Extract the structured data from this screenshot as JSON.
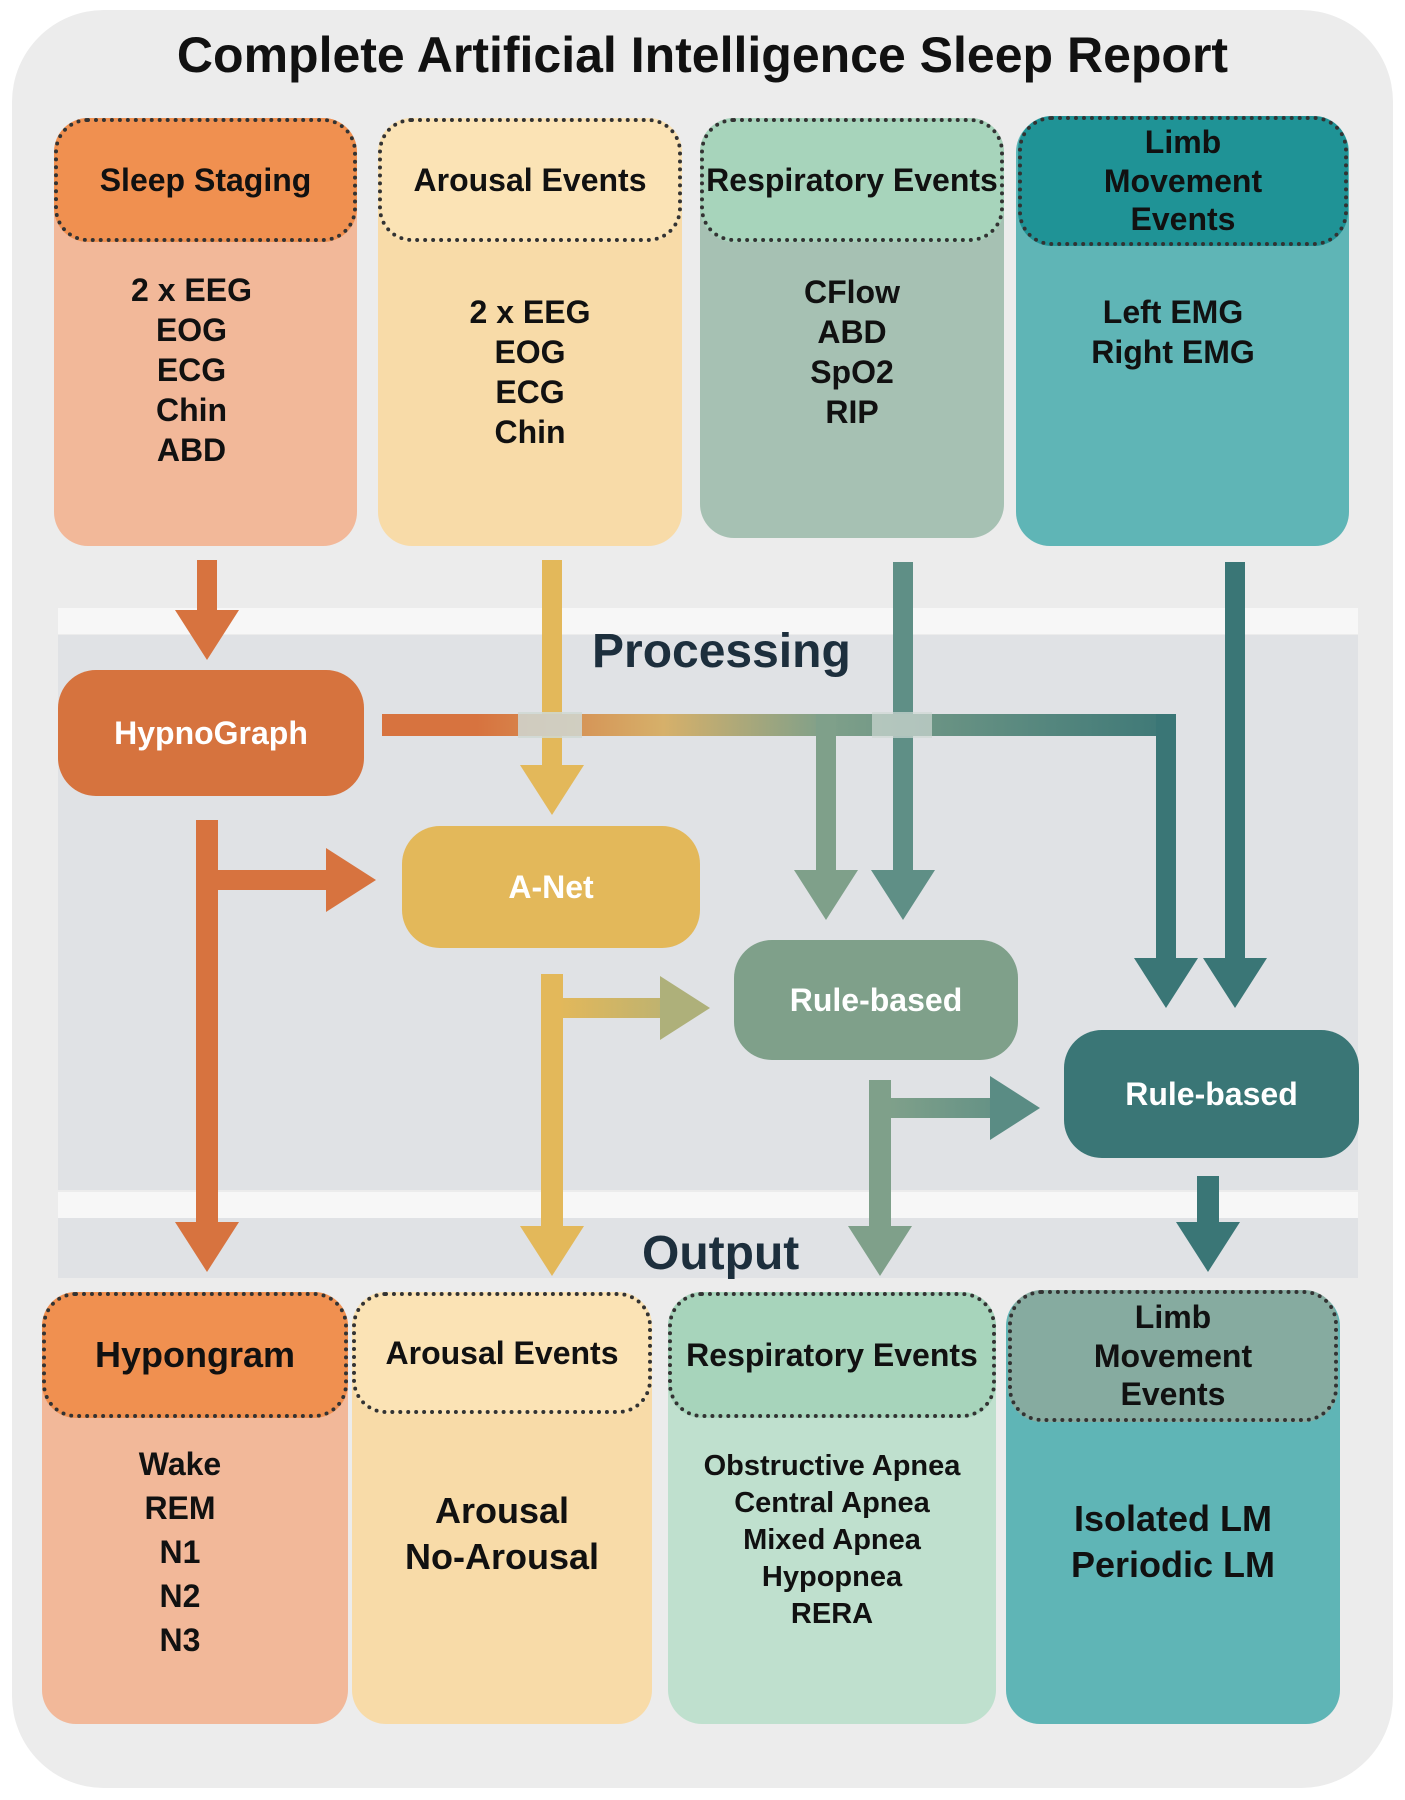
{
  "title": "Complete Artificial Intelligence Sleep Report",
  "sections": {
    "processing": "Processing",
    "output": "Output"
  },
  "inputs": [
    {
      "header": "Sleep Staging",
      "signals": [
        "2 x EEG",
        "EOG",
        "ECG",
        "Chin",
        "ABD"
      ]
    },
    {
      "header": "Arousal Events",
      "signals": [
        "2 x EEG",
        "EOG",
        "ECG",
        "Chin"
      ]
    },
    {
      "header": "Respiratory Events",
      "signals": [
        "CFlow",
        "ABD",
        "SpO2",
        "RIP"
      ]
    },
    {
      "header": "Limb Movement Events",
      "signals": [
        "Left EMG",
        "Right EMG"
      ]
    }
  ],
  "processing": {
    "hypnograph": "HypnoGraph",
    "anet": "A-Net",
    "rule_resp": "Rule-based",
    "rule_limb": "Rule-based"
  },
  "outputs": [
    {
      "header": "Hypongram",
      "items": [
        "Wake",
        "REM",
        "N1",
        "N2",
        "N3"
      ]
    },
    {
      "header": "Arousal Events",
      "items": [
        "Arousal",
        "No-Arousal"
      ]
    },
    {
      "header": "Respiratory Events",
      "items": [
        "Obstructive Apnea",
        "Central Apnea",
        "Mixed Apnea",
        "Hypopnea",
        "RERA"
      ]
    },
    {
      "header": "Limb Movement Events",
      "items": [
        "Isolated LM",
        "Periodic LM"
      ]
    }
  ],
  "colors": {
    "sleep": "#d7733f",
    "arousal": "#e3b85a",
    "resp": "#7fa08a",
    "limb": "#3a7676"
  }
}
